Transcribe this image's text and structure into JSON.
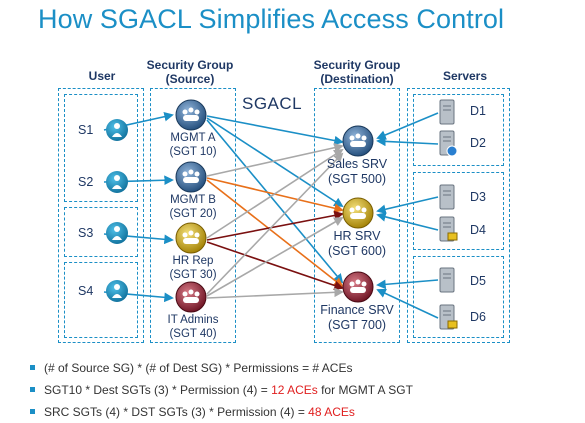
{
  "title": "How SGACL Simplifies Access Control",
  "columns": {
    "user": "User",
    "source_line1": "Security Group",
    "source_line2": "(Source)",
    "dest_line1": "Security Group",
    "dest_line2": "(Destination)",
    "servers": "Servers"
  },
  "sgacl_label": "SGACL",
  "users": [
    "S1",
    "S2",
    "S3",
    "S4"
  ],
  "source_groups": [
    {
      "name": "MGMT A",
      "sgt": "(SGT 10)",
      "color": "#2e5d8a"
    },
    {
      "name": "MGMT B",
      "sgt": "(SGT 20)",
      "color": "#2e5d8a"
    },
    {
      "name": "HR Rep",
      "sgt": "(SGT 30)",
      "color": "#c8a000"
    },
    {
      "name": "IT Admins",
      "sgt": "(SGT 40)",
      "color": "#8a1a2a"
    }
  ],
  "dest_groups": [
    {
      "name": "Sales SRV",
      "sgt": "(SGT 500)",
      "color": "#2e5d8a"
    },
    {
      "name": "HR SRV",
      "sgt": "(SGT 600)",
      "color": "#c8a000"
    },
    {
      "name": "Finance SRV",
      "sgt": "(SGT 700)",
      "color": "#8a1a2a"
    }
  ],
  "servers": [
    "D1",
    "D2",
    "D3",
    "D4",
    "D5",
    "D6"
  ],
  "bullets": [
    {
      "text": "(# of Source SG) * (# of Dest SG) * Permissions = # ACEs",
      "highlight": "",
      "suffix": ""
    },
    {
      "text": "SGT10 * Dest SGTs (3) * Permission (4) = ",
      "highlight": "12 ACEs",
      "suffix": " for MGMT A SGT"
    },
    {
      "text": "SRC SGTs (4) * DST SGTs (3) * Permission (4) = ",
      "highlight": "48 ACEs",
      "suffix": ""
    }
  ],
  "colors": {
    "accent": "#1b8fc6",
    "orange": "#e8701a",
    "darkred": "#7a1010",
    "grey": "#a8a8a8",
    "highlight": "#e02020"
  }
}
